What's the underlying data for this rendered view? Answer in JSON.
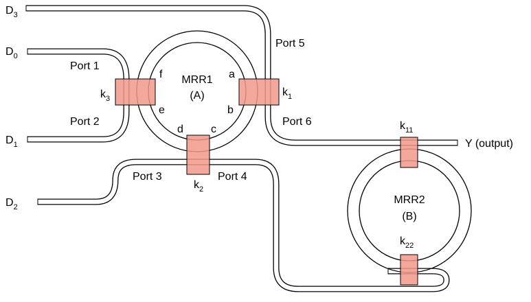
{
  "colors": {
    "waveguide": "#000000",
    "coupler": "#f2998a",
    "background": "#ffffff"
  },
  "rings": [
    {
      "name": "MRR1",
      "sub": "(A)",
      "points": [
        "a",
        "b",
        "c",
        "d",
        "e",
        "f"
      ]
    },
    {
      "name": "MRR2",
      "sub": "(B)"
    }
  ],
  "inputs": {
    "d0": {
      "main": "D",
      "sub": "0"
    },
    "d1": {
      "main": "D",
      "sub": "1"
    },
    "d2": {
      "main": "D",
      "sub": "2"
    },
    "d3": {
      "main": "D",
      "sub": "3"
    }
  },
  "output": "Y (output)",
  "ports": [
    "Port 1",
    "Port 2",
    "Port 3",
    "Port 4",
    "Port 5",
    "Port 6"
  ],
  "couplers": {
    "k1": {
      "main": "k",
      "sub": "1"
    },
    "k2": {
      "main": "k",
      "sub": "2"
    },
    "k3": {
      "main": "k",
      "sub": "3"
    },
    "k11": {
      "main": "k",
      "sub": "11"
    },
    "k22": {
      "main": "k",
      "sub": "22"
    }
  }
}
